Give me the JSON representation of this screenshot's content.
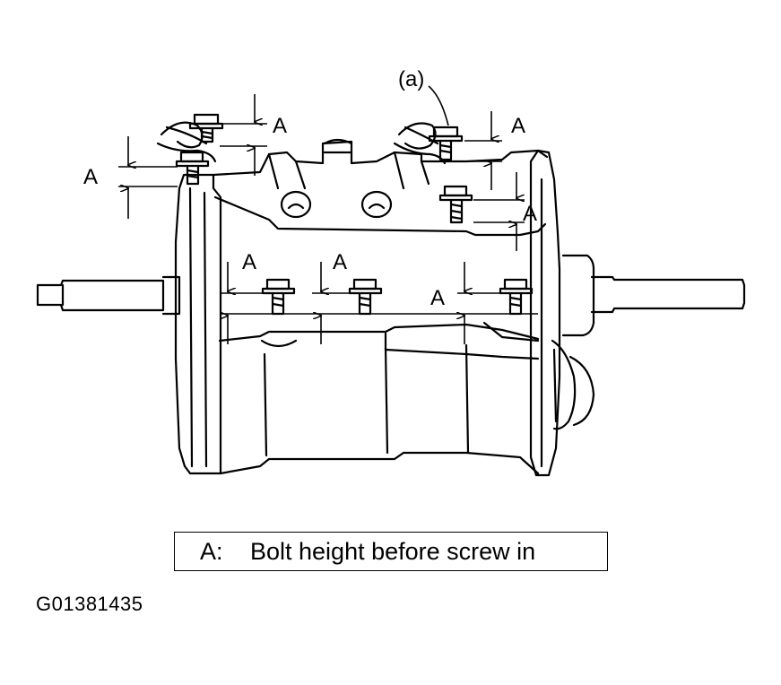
{
  "diagram": {
    "callout_label": "(a)",
    "dimension_label": "A"
  },
  "legend": {
    "key": "A:",
    "text": "Bolt height before screw in"
  },
  "figure_id": "G01381435"
}
